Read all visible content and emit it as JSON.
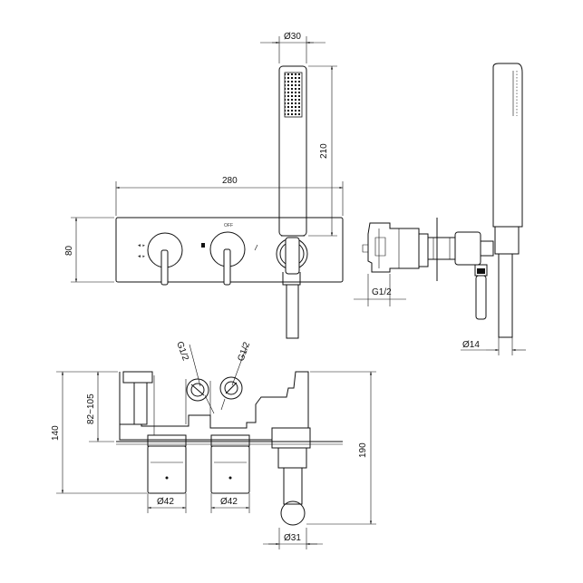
{
  "dimensions": {
    "handshower_diameter": "Ø30",
    "handshower_length": "210",
    "plate_width": "280",
    "plate_height": "80",
    "thread_side": "G1/2",
    "hose_diameter": "Ø14",
    "thread_left": "G1/2",
    "thread_right": "G1/2",
    "depth_range": "82~105",
    "body_height": "140",
    "total_height": "190",
    "valve_left_diameter": "Ø42",
    "valve_right_diameter": "Ø42",
    "outlet_diameter": "Ø31"
  },
  "plate": {
    "off_label": "OFF"
  }
}
